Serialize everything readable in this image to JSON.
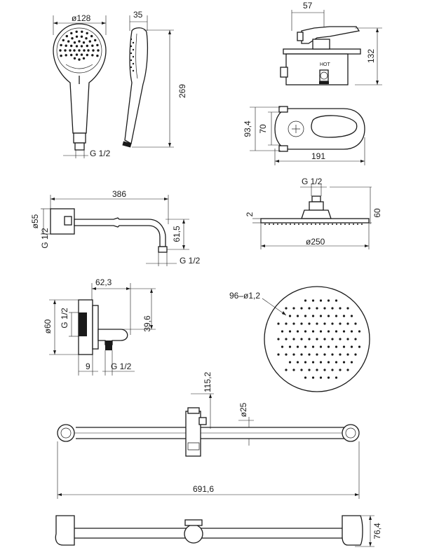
{
  "handshower": {
    "diameter": "ø128",
    "depth": "35",
    "length": "269",
    "thread": "G 1/2"
  },
  "mixer": {
    "depth": "57",
    "height": "132",
    "hot_label": "HOT",
    "plate_height": "93,4",
    "handle_height": "70",
    "plate_width": "191"
  },
  "arm": {
    "length": "386",
    "flange": "ø55",
    "thread": "G 1/2",
    "drop": "61,5",
    "outlet_thread": "G 1/2"
  },
  "head_side": {
    "thread": "G 1/2",
    "thickness": "2",
    "height": "60",
    "diameter": "ø250"
  },
  "elbow": {
    "width": "62,3",
    "diameter": "ø60",
    "thread": "G 1/2",
    "outlet_height": "39,6",
    "base": "9",
    "outlet_thread": "G 1/2"
  },
  "head_front": {
    "nozzles": "96–ø1,2"
  },
  "rail": {
    "slider_height": "115,2",
    "tube_diameter": "ø25",
    "length": "691,6",
    "depth": "76,4"
  }
}
